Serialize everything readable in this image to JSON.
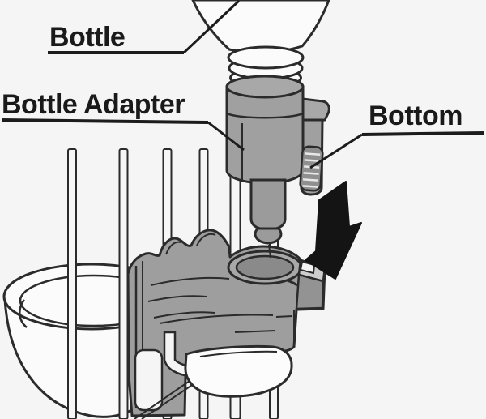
{
  "diagram": {
    "title": "bottle-adapter-installation-diagram",
    "labels": {
      "bottle": "Bottle",
      "bottle_adapter": "Bottle Adapter",
      "bottom": "Bottom"
    },
    "colors": {
      "background": "#f5f5f5",
      "outline": "#2b2b2b",
      "part_gray": "#a0a0a0",
      "part_gray_dark": "#8a8a8a",
      "part_gray_light": "#cdcdcd",
      "white_part": "#fbfbfb",
      "arrow_black": "#141414"
    },
    "parts": [
      "bottle",
      "bottle-neck-rings",
      "bottle-adapter",
      "adapter-clip",
      "clip-ridged-pad",
      "valve-tip",
      "mounting-bracket",
      "bracket-collar",
      "cage-bars",
      "cage-wire",
      "water-bowl",
      "roller",
      "down-arrow"
    ]
  }
}
